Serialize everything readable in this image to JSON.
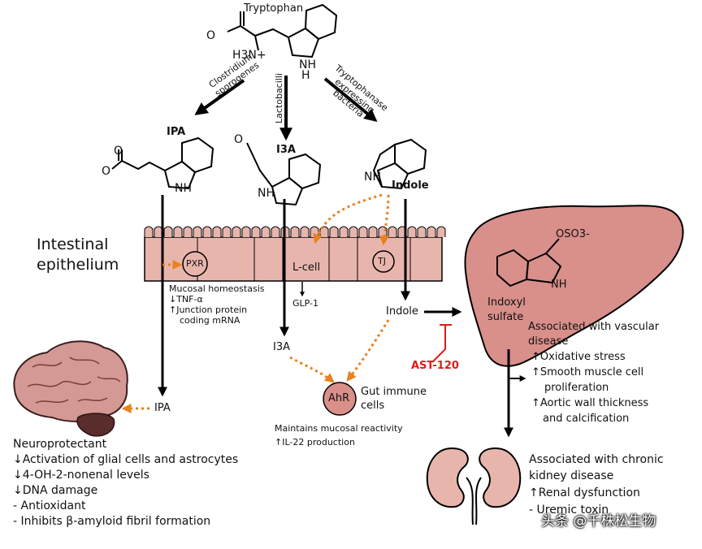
{
  "pathway": {
    "top_compound": "Tryptophan",
    "enzyme_labels": {
      "left": "Clostridium sporogenes",
      "middle": "Lactobacilli",
      "right": "Tryptophanase expressing bacteria"
    },
    "metabolites": {
      "ipa": "IPA",
      "i3a": "I3A",
      "indole": "Indole"
    },
    "chem": {
      "ammonium": "H3N+",
      "nh": "NH",
      "h": "H",
      "sulfate": "OSO3-"
    }
  },
  "epithelium": {
    "title_line1": "Intestinal",
    "title_line2": "epithelium",
    "pxr": "PXR",
    "lcell": "L-cell",
    "tj": "TJ",
    "glp1": "GLP-1",
    "mucosal_lines": [
      "Mucosal homeostasis",
      "↓TNF-α",
      "↑Junction protein",
      "coding mRNA"
    ]
  },
  "lower": {
    "indole": "Indole",
    "i3a": "I3A",
    "ipa": "IPA",
    "ahr": "AhR",
    "gut_immune_line1": "Gut immune",
    "gut_immune_line2": "cells",
    "maintains_line1": "Maintains mucosal reactivity",
    "maintains_line2": "↑IL-22 production",
    "ast": "AST-120"
  },
  "liver": {
    "compound_line1": "Indoxyl",
    "compound_line2": "sulfate",
    "vascular": [
      "Associated with vascular",
      "disease",
      "↑Oxidative stress",
      "↑Smooth muscle cell",
      "proliferation",
      "↑Aortic wall thickness",
      "and calcification"
    ]
  },
  "kidney": {
    "lines": [
      "Associated with chronic",
      "kidney disease",
      "↑Renal dysfunction",
      "- Uremic toxin"
    ]
  },
  "brain": {
    "items": [
      "Neuroprotectant",
      "↓Activation of glial cells and astrocytes",
      "↓4-OH-2-nonenal levels",
      "↓DNA damage",
      "- Antioxidant",
      "- Inhibits β-amyloid fibril formation"
    ]
  },
  "watermark": "头条 @千株松生物",
  "colors": {
    "tissue": "#e8b5ad",
    "organ": "#d98f8a",
    "brain": "#d49994",
    "orange": "#e8811f",
    "red": "#e0191b"
  }
}
